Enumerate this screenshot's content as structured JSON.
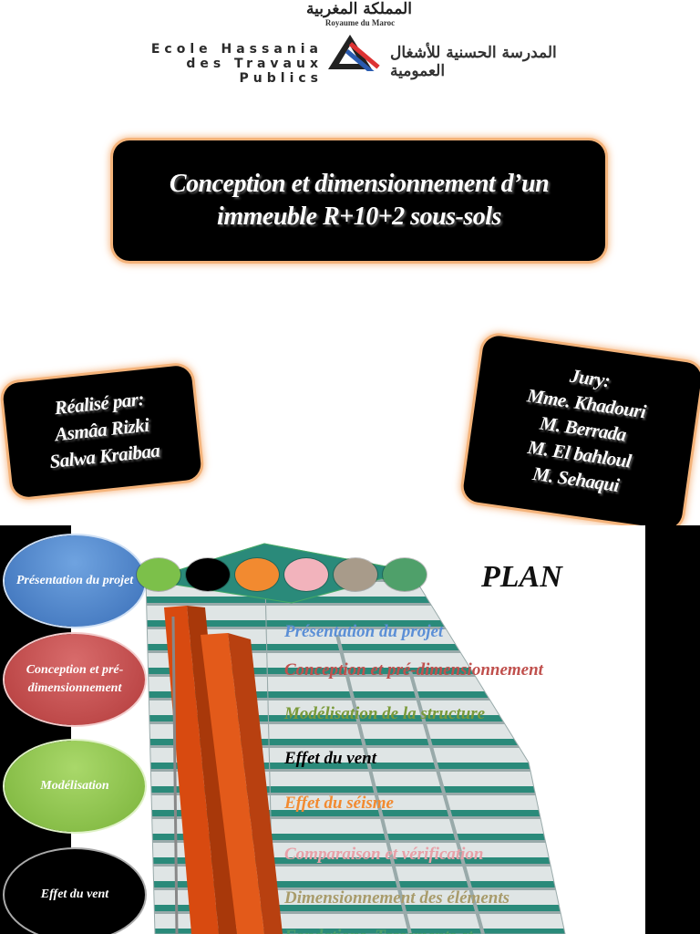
{
  "header": {
    "royaume_ar": "المملكة المغربية",
    "royaume_fr": "Royaume du Maroc",
    "school_fr_line1": "Ecole Hassania",
    "school_fr_line2": "des Travaux Publics",
    "school_ar": "المدرسة الحسنية للأشغال العمومية"
  },
  "title": {
    "line1": "Conception et dimensionnement d’un",
    "line2": "immeuble R+10+2 sous-sols"
  },
  "authors": {
    "heading": "Réalisé par:",
    "names": [
      "Asmâa Rizki",
      "Salwa Kraibaa"
    ]
  },
  "jury": {
    "heading": "Jury:",
    "names": [
      "Mme. Khadouri",
      "M. Berrada",
      "M. El bahloul",
      "M. Sehaqui"
    ]
  },
  "plan": {
    "title": "PLAN",
    "circles": [
      {
        "label": "Présentation du projet"
      },
      {
        "label": "Conception et pré-dimensionnement"
      },
      {
        "label": "Modélisation"
      },
      {
        "label": "Effet du vent"
      }
    ],
    "dot_colors": [
      "#7cc04a",
      "#000000",
      "#f28a30",
      "#f2b3bc",
      "#a89b8a",
      "#4fa06a"
    ],
    "items": [
      {
        "text": "Présentation du projet",
        "color": "#5b8fd6"
      },
      {
        "text": "Conception et pré-dimensionnement",
        "color": "#c0504d"
      },
      {
        "text": "Modélisation de la structure",
        "color": "#7a9a3a"
      },
      {
        "text": "Effet  du vent",
        "color": "#000000"
      },
      {
        "text": "Effet  du séisme",
        "color": "#f28a30"
      },
      {
        "text": "Comparaison et vérification",
        "color": "#e8a0a8"
      },
      {
        "text": "Dimensionnement des éléments",
        "color": "#a89b6a"
      },
      {
        "text": "Fondations, Tassements et ...",
        "color": "#4fa06a"
      }
    ]
  }
}
